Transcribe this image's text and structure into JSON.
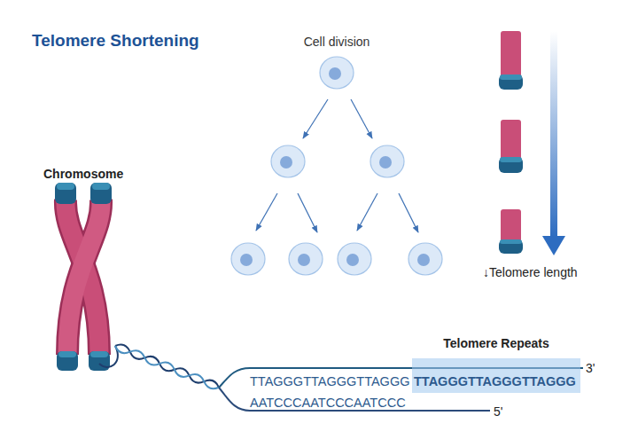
{
  "diagram": {
    "title": "Telomere Shortening",
    "nodes": [
      {
        "text": [
          "Telomere Repeats",
          "TTAGGGTTAGGGTTAGGG"
        ]
      }
    ],
    "labels": [
      "Cell division",
      "Chromosome",
      "↓Telomere length",
      "TTAGGGTTAGGGTTAGGG",
      "3'",
      "AATCCCAATCCCAATCCC",
      "5'"
    ]
  }
}
